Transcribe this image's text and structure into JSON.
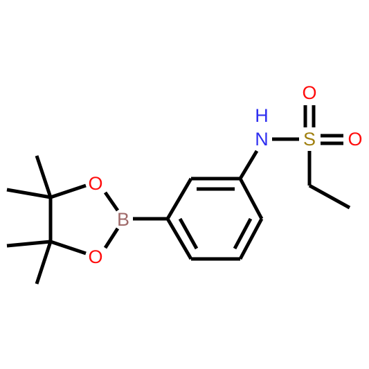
{
  "molecule": {
    "atoms": {
      "n": {
        "label": "N",
        "sub": "H",
        "color": "#2f2ff0"
      },
      "s": {
        "label": "S",
        "color": "#a08010"
      },
      "o1": {
        "label": "O",
        "color": "#ff0d0d"
      },
      "o2": {
        "label": "O",
        "color": "#ff0d0d"
      },
      "b": {
        "label": "B",
        "color": "#a06a6a"
      },
      "o3": {
        "label": "O",
        "color": "#ff0d0d"
      },
      "o4": {
        "label": "O",
        "color": "#ff0d0d"
      }
    },
    "bond_color": "#000000"
  }
}
